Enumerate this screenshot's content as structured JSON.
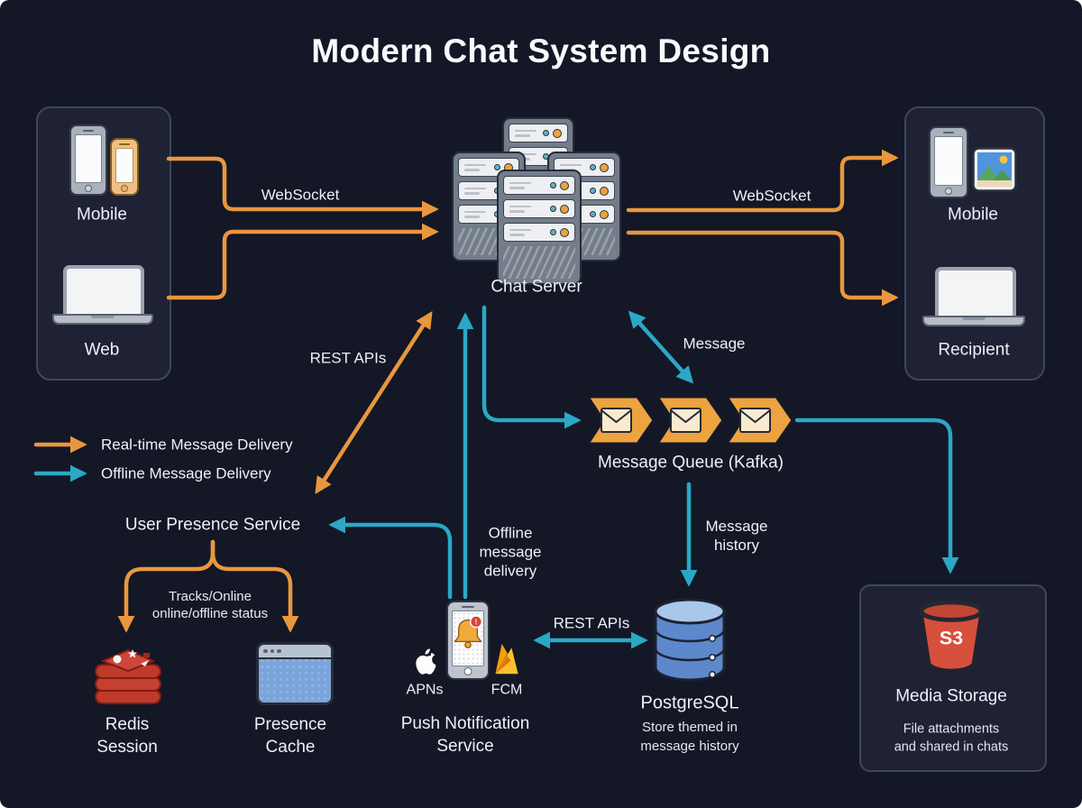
{
  "title": "Modern Chat System Design",
  "colors": {
    "background": "#131726",
    "panel": "#1e2234",
    "panel_border": "#3f465e",
    "realtime_orange": "#e9973d",
    "offline_teal": "#2aa8c5",
    "text": "#eef1f7",
    "redis_red": "#bf3a2b",
    "postgres_blue": "#5d88cb",
    "s3_red": "#d6503c"
  },
  "legend": {
    "items": [
      {
        "label": "Real-time Message Delivery",
        "color": "#e9973d"
      },
      {
        "label": "Offline Message Delivery",
        "color": "#2aa8c5"
      }
    ]
  },
  "nodes": {
    "clients": {
      "mobile_label": "Mobile",
      "web_label": "Web"
    },
    "chat_server": {
      "label": "Chat Server"
    },
    "recipients": {
      "mobile_label": "Mobile",
      "recipient_label": "Recipient"
    },
    "message_queue": {
      "label": "Message Queue (Kafka)"
    },
    "user_presence": {
      "label": "User Presence Service"
    },
    "redis": {
      "label_lines": [
        "Redis",
        "Session"
      ]
    },
    "presence_cache": {
      "label_lines": [
        "Presence",
        "Cache"
      ]
    },
    "push_notification": {
      "label_lines": [
        "Push Notification",
        "Service"
      ],
      "apns": "APNs",
      "fcm": "FCM"
    },
    "postgresql": {
      "label": "PostgreSQL",
      "note_lines": [
        "Store themed in",
        "message history"
      ]
    },
    "media_storage": {
      "label": "Media Storage",
      "icon_text": "S3",
      "note_lines": [
        "File attachments",
        "and shared in chats"
      ]
    }
  },
  "edge_labels": {
    "websocket_left": "WebSocket",
    "websocket_right": "WebSocket",
    "rest_apis_presence": "REST APIs",
    "rest_apis_db": "REST APIs",
    "message": "Message",
    "message_history_lines": [
      "Message",
      "history"
    ],
    "offline_delivery_lines": [
      "Offline",
      "message",
      "delivery"
    ],
    "tracks_lines": [
      "Tracks/Online",
      "online/offline status"
    ]
  },
  "icons": {
    "clients_mobile": "smartphone-icon",
    "clients_mobile_secondary": "smartphone-small-icon",
    "clients_web": "laptop-icon",
    "recipient_photo": "photo-icon",
    "chat_server": "server-stack-icon",
    "queue_item": "envelope-chevron-icon",
    "redis": "redis-stack-icon",
    "presence_cache": "browser-window-icon",
    "push_phone": "notification-bell-phone-icon",
    "apns": "apple-logo-icon",
    "fcm": "firebase-flame-icon",
    "postgresql": "database-cylinder-icon",
    "media_storage": "s3-bucket-icon"
  }
}
